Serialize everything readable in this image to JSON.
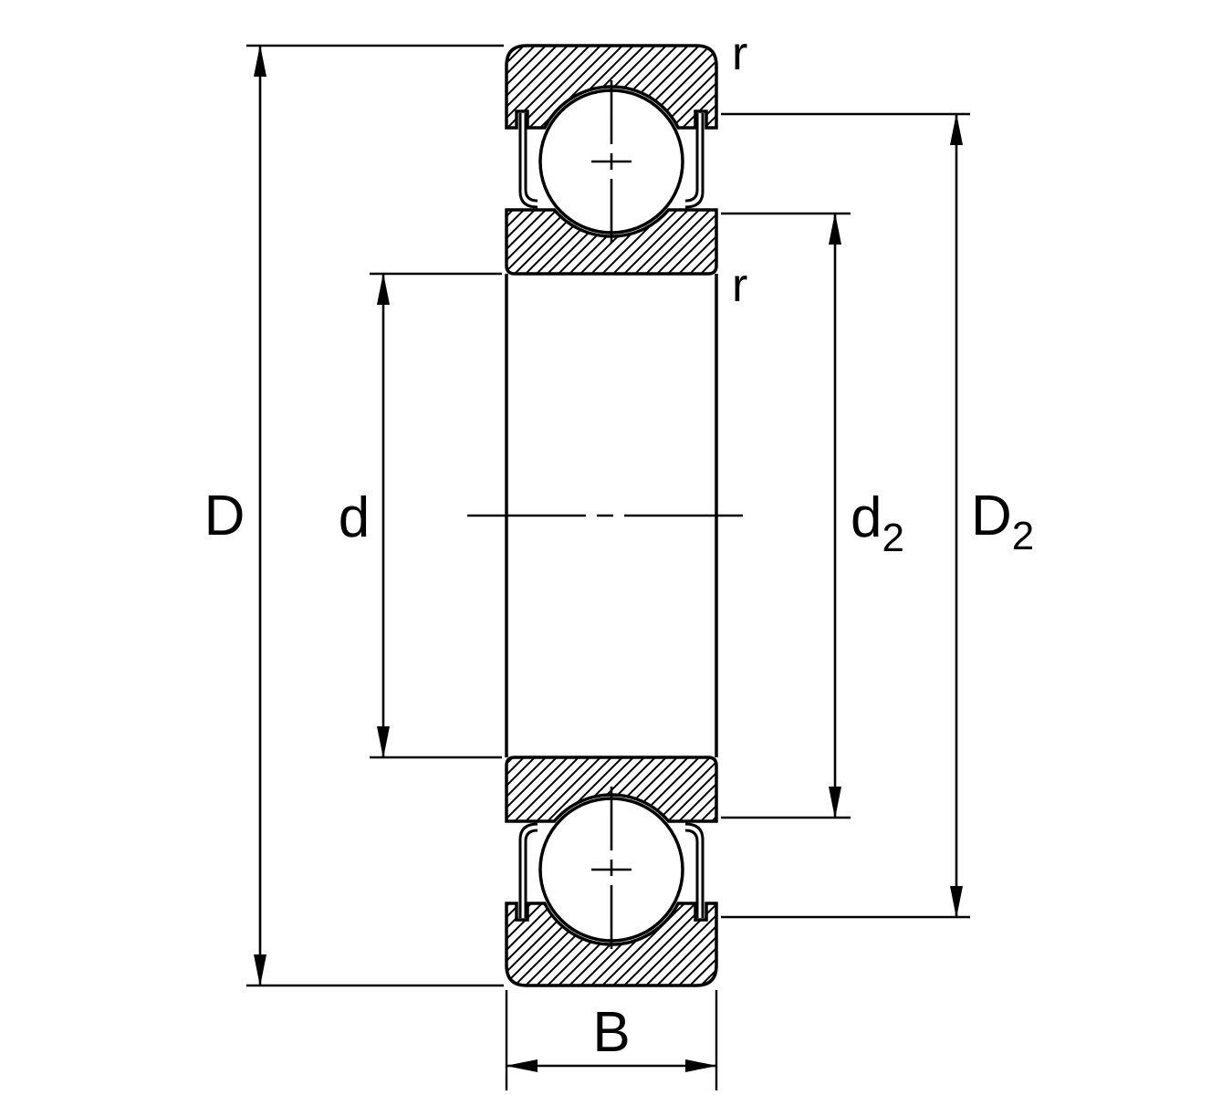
{
  "figure": {
    "type": "technical-drawing",
    "subject": "Deep groove ball bearing (shielded) cross-section with boundary dimension designations",
    "colors": {
      "line": "#000000",
      "background": "#ffffff"
    }
  },
  "labels": {
    "outer_diameter": "D",
    "bore_diameter": "d",
    "recess_diameter_base": "d",
    "recess_diameter_sub": "2",
    "shoulder_diameter_base": "D",
    "shoulder_diameter_sub": "2",
    "width": "B",
    "chamfer_outer": "r",
    "chamfer_inner": "r"
  }
}
